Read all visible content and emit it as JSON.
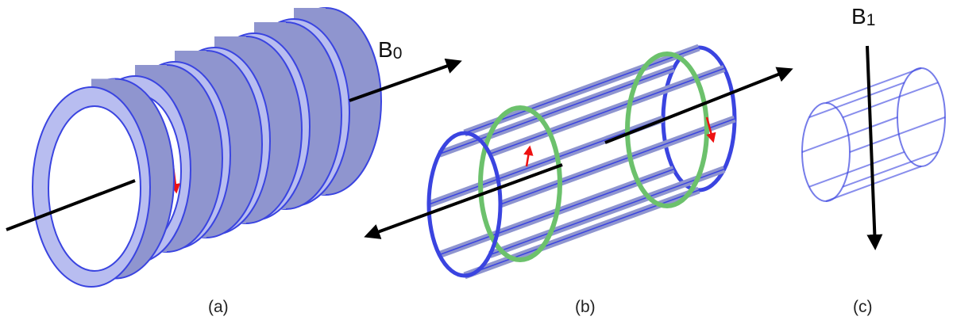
{
  "colors": {
    "coil_fill": "#b8bdf0",
    "coil_dark": "#8f95cf",
    "coil_edge": "#3a44e0",
    "shim_ring": "#6cc16c",
    "arrow_black": "#000000",
    "arrow_red": "#ee1111"
  },
  "labels": {
    "b0_letter": "B",
    "b0_sub": "0",
    "b1_letter": "B",
    "b1_sub": "1"
  },
  "captions": {
    "a": "(a)",
    "b": "(b)",
    "c": "(c)"
  },
  "icons": [
    "main-magnet-rings",
    "gradient-coil-cage",
    "rf-birdcage-coil",
    "field-arrow",
    "current-arrow"
  ]
}
